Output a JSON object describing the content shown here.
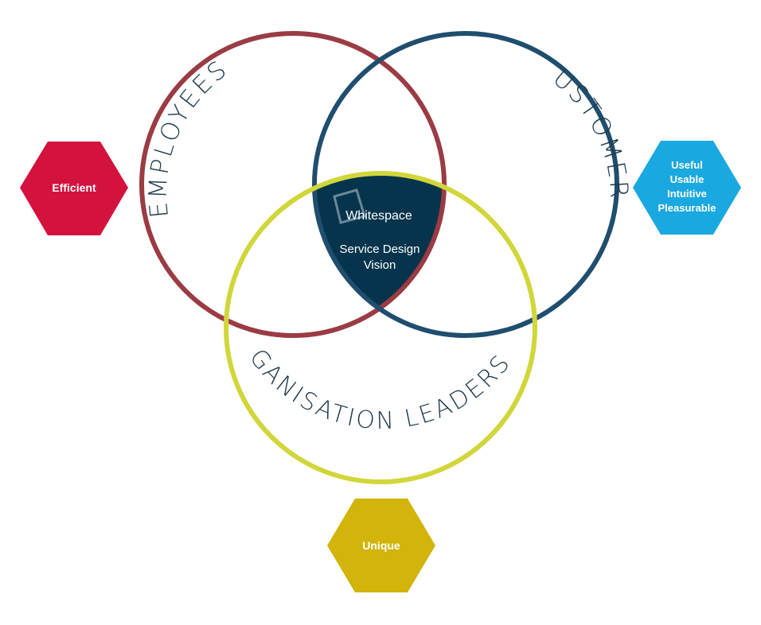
{
  "colors": {
    "employees": "#9b3b44",
    "customers": "#1f4e6e",
    "leadership": "#d1d63a",
    "center": "#06344c",
    "efficient": "#d4123e",
    "customers_hex": "#1aa8e0",
    "unique": "#d2b40a"
  },
  "circles": {
    "employees": "EMPLOYEES",
    "customers": "CUSTOMERS",
    "leadership": "ORGANISATION LEADERSHIP"
  },
  "center": {
    "brand": "Whitespace",
    "line1": "Service Design",
    "line2": "Vision",
    "logo_icon": "whitespace-logo-icon"
  },
  "hexagons": {
    "employees": {
      "lines": [
        "Efficient"
      ]
    },
    "customers": {
      "lines": [
        "Useful",
        "Usable",
        "Intuitive",
        "Pleasurable"
      ]
    },
    "leadership": {
      "lines": [
        "Unique"
      ]
    }
  }
}
